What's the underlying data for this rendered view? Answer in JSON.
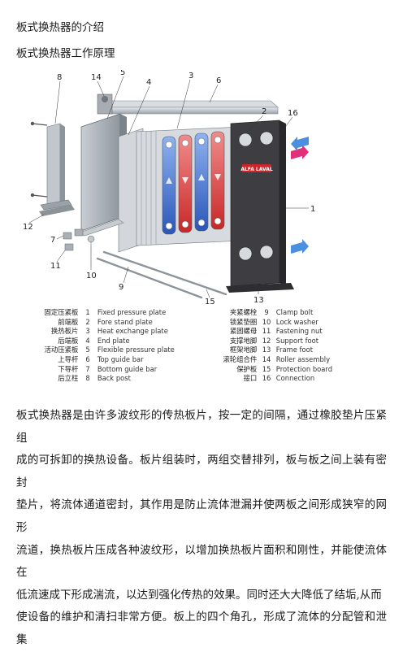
{
  "title": "板式换热器的介绍",
  "subtitle": "板式换热器工作原理",
  "figure": {
    "callouts": [
      "8",
      "14",
      "5",
      "4",
      "3",
      "6",
      "2",
      "16",
      "1",
      "12",
      "7",
      "11",
      "10",
      "9",
      "15",
      "13"
    ],
    "colors": {
      "hot": "#e23b3b",
      "cold": "#3a6fd8",
      "frame_plate": "#4a4a4a",
      "steel": "#b8bfc6",
      "arrow": "#e0307a"
    },
    "brand_label": "ALFA LAVAL"
  },
  "legend": {
    "rows": [
      {
        "left_zh": "固定压紧板",
        "left_num": "1",
        "left_en": "Fixed pressure plate",
        "right_zh": "夹紧螺栓",
        "right_num": "9",
        "right_en": "Clamp bolt"
      },
      {
        "left_zh": "前端板",
        "left_num": "2",
        "left_en": "Fore stand plate",
        "right_zh": "锁紧垫圈",
        "right_num": "10",
        "right_en": "Lock washer"
      },
      {
        "left_zh": "换热板片",
        "left_num": "3",
        "left_en": "Heat exchange plate",
        "right_zh": "紧固螺母",
        "right_num": "11",
        "right_en": "Fastening nut"
      },
      {
        "left_zh": "后端板",
        "left_num": "4",
        "left_en": "End plate",
        "right_zh": "支撑地脚",
        "right_num": "12",
        "right_en": "Support foot"
      },
      {
        "left_zh": "活动压紧板",
        "left_num": "5",
        "left_en": "Flexible pressure plate",
        "right_zh": "框架地脚",
        "right_num": "13",
        "right_en": "Frame foot"
      },
      {
        "left_zh": "上导杆",
        "left_num": "6",
        "left_en": "Top guide bar",
        "right_zh": "滚轮组合件",
        "right_num": "14",
        "right_en": "Roller assembly"
      },
      {
        "left_zh": "下导杆",
        "left_num": "7",
        "left_en": "Bottom guide bar",
        "right_zh": "保护板",
        "right_num": "15",
        "right_en": "Protection board"
      },
      {
        "left_zh": "后立柱",
        "left_num": "8",
        "left_en": "Back post",
        "right_zh": "接口",
        "right_num": "16",
        "right_en": "Connection"
      }
    ]
  },
  "paragraph": {
    "lines": [
      "板式换热器是由许多波纹形的传热板片，按一定的间隔，通过橡胶垫片压紧组",
      "成的可拆卸的换热设备。板片组装时，两组交替排列，板与板之间上装有密封",
      "垫片，将流体通道密封，其作用是防止流体泄漏并使两板之间形成狭窄的网形",
      "流道，换热板片压成各种波纹形，以增加换热板片面积和刚性，并能使流体在",
      "低流速成下形成湍流，以达到强化传热的效果。同时还大大降低了结垢,从而",
      "使设备的维护和清扫非常方便。板上的四个角孔，形成了流体的分配管和泄集"
    ]
  }
}
